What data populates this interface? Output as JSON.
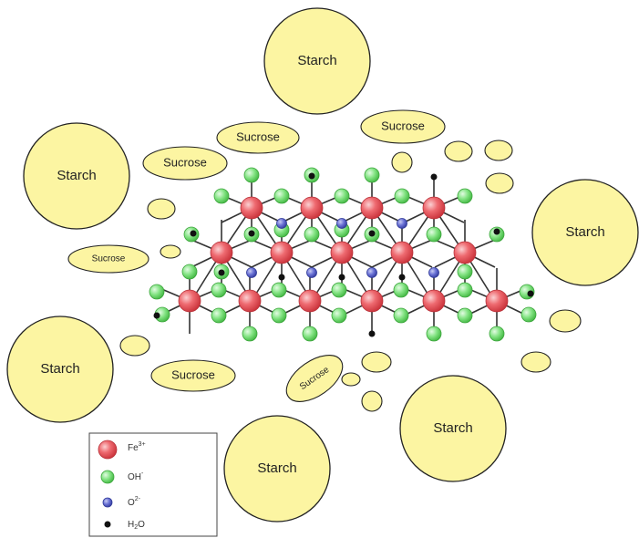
{
  "labels": {
    "starch": "Starch",
    "sucrose": "Sucrose"
  },
  "legend": {
    "fe_ion": {
      "base": "Fe",
      "sup": "3+"
    },
    "hydroxide": {
      "base": "OH",
      "sup": "-"
    },
    "oxide": {
      "base": "O",
      "sup": "2-"
    },
    "water": {
      "base": "H",
      "sub": "2",
      "tail": "O"
    }
  },
  "colors": {
    "starch_fill": "#fcf5a2",
    "sucrose_fill": "#fcf5a2",
    "outline": "#222222",
    "fe_ion": "#e8474f",
    "hydroxide": "#6fdc6f",
    "oxide": "#5a63c9",
    "water": "#111111",
    "bond": "#333333"
  }
}
